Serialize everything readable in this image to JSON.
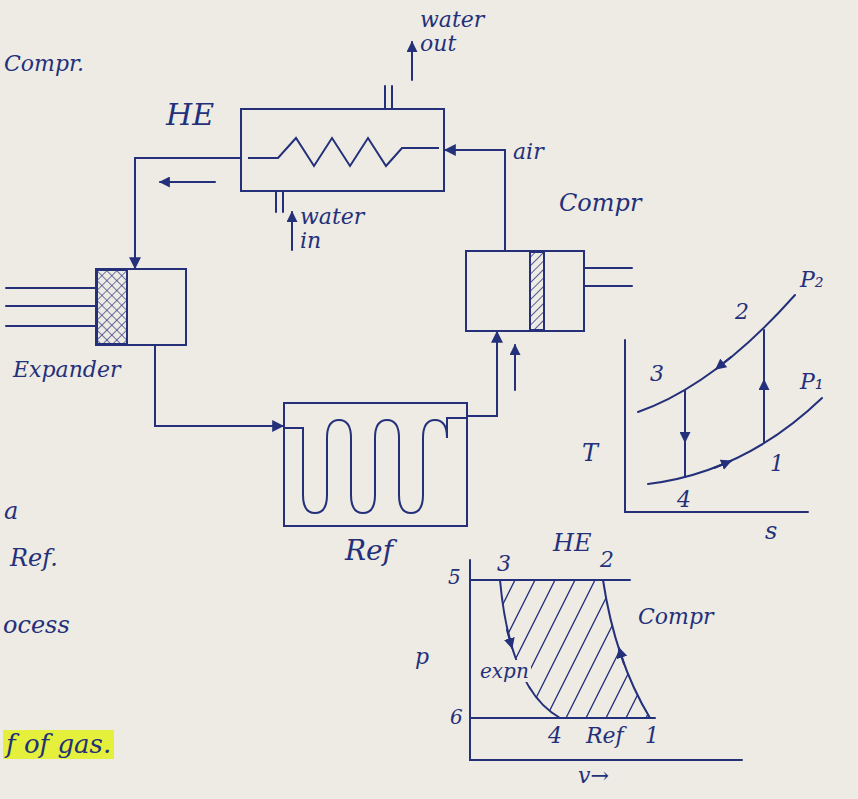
{
  "diagram": {
    "nodes": [
      {
        "text": [
          "HE"
        ]
      },
      {
        "text": [
          "Compr"
        ]
      },
      {
        "text": [
          "Expander"
        ]
      },
      {
        "text": [
          "Ref"
        ]
      }
    ],
    "edges": [
      {
        "from": 1,
        "to": 0,
        "arrow": "to",
        "label": "air"
      },
      {
        "from": 0,
        "to": 2,
        "arrow": "to"
      },
      {
        "from": 2,
        "to": 3,
        "arrow": "to"
      },
      {
        "from": 3,
        "to": 1,
        "arrow": "to"
      }
    ],
    "labels": [
      "Compr.",
      "water out",
      "water in",
      "a",
      "Ref.",
      "ocess",
      "f of gas.",
      "T",
      "s",
      "1",
      "2",
      "3",
      "4",
      "P₂",
      "P₁",
      "HE",
      "3",
      "2",
      "5",
      "6",
      "4",
      "Ref",
      "1",
      "Compr",
      "expn",
      "p",
      "v→"
    ]
  }
}
